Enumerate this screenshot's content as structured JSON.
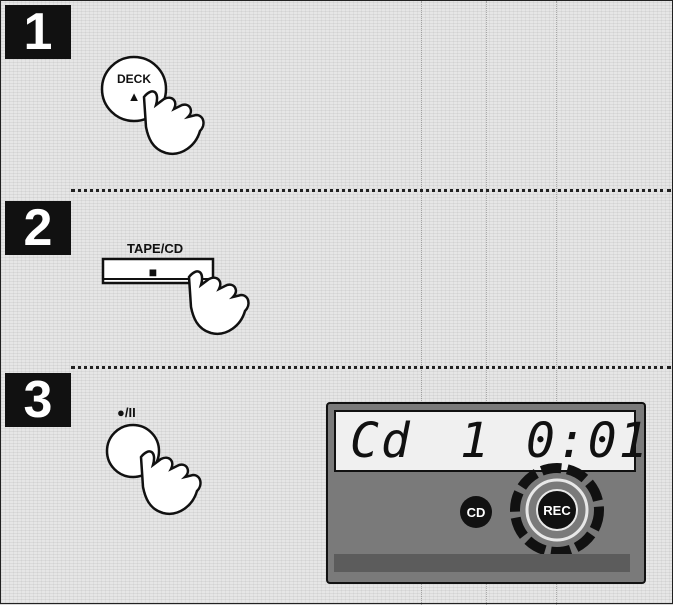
{
  "steps": [
    {
      "number": "1",
      "button_label": "DECK",
      "button_symbol": "▲"
    },
    {
      "number": "2",
      "button_label": "TAPE/CD",
      "button_symbol": "■"
    },
    {
      "number": "3",
      "button_label": "●/II"
    }
  ],
  "display": {
    "source": "Cd",
    "track": "1",
    "time": "0:01",
    "cd_label": "CD",
    "rec_label": "REC"
  }
}
